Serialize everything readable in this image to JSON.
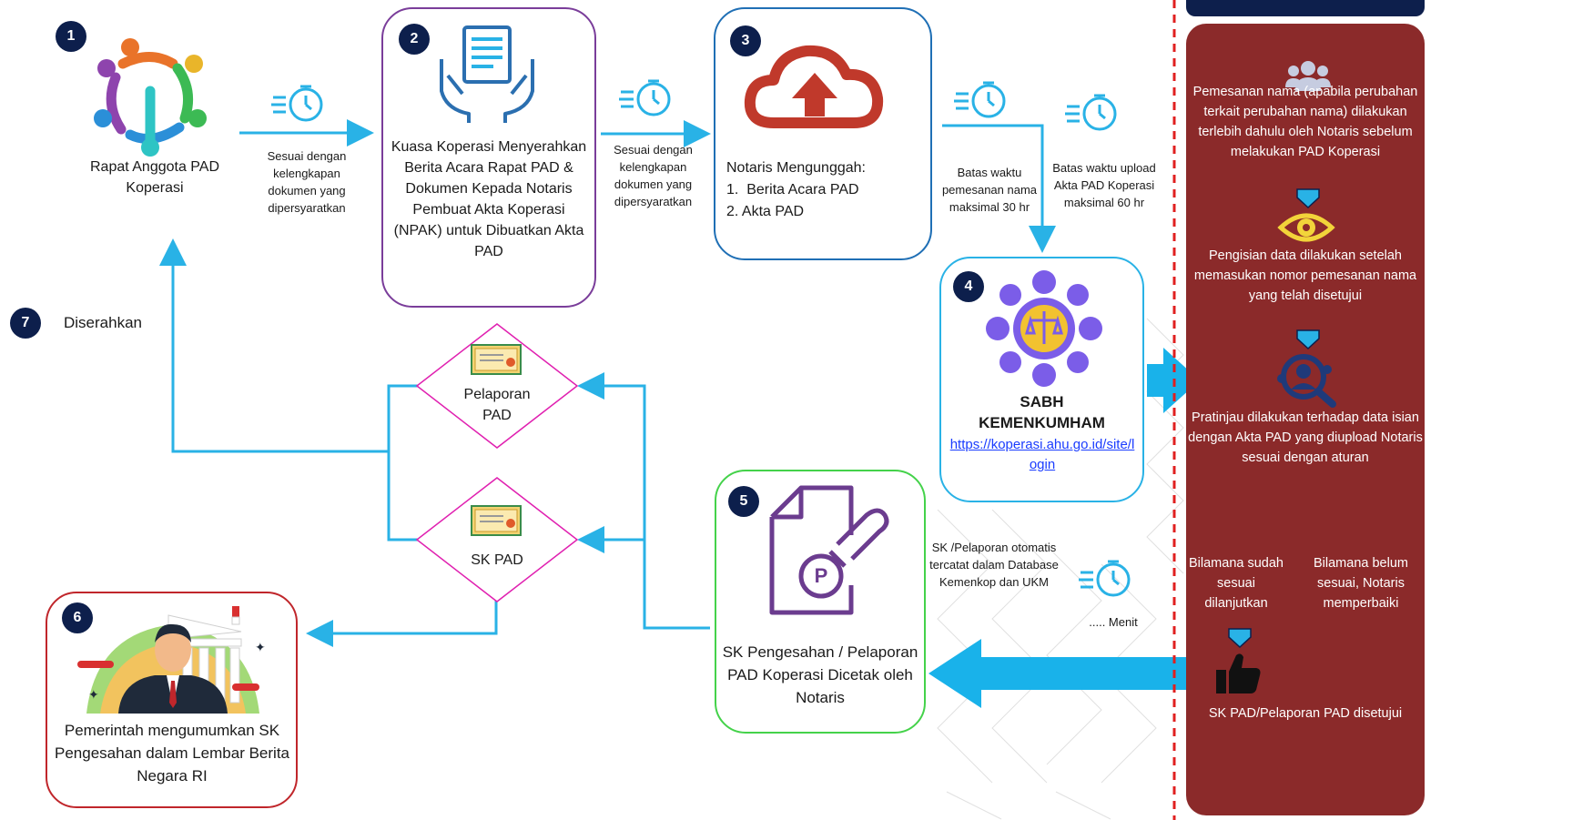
{
  "steps": {
    "s1": {
      "num": "1",
      "label": "Rapat Anggota PAD Koperasi"
    },
    "s2": {
      "num": "2",
      "label": "Kuasa Koperasi Menyerahkan Berita Acara Rapat PAD & Dokumen Kepada Notaris Pembuat Akta Koperasi (NPAK) untuk Dibuatkan Akta PAD"
    },
    "s3": {
      "num": "3",
      "title": "Notaris Mengunggah:",
      "item1": "1.  Berita Acara PAD",
      "item2": "2. Akta PAD"
    },
    "s4": {
      "num": "4",
      "title1": "SABH",
      "title2": "KEMENKUMHAM",
      "link": "https://koperasi.ahu.go.id/site/login"
    },
    "s5": {
      "num": "5",
      "label": "SK Pengesahan / Pelaporan PAD Koperasi Dicetak oleh Notaris"
    },
    "s6": {
      "num": "6",
      "label": "Pemerintah mengumumkan SK Pengesahan dalam Lembar Berita Negara RI"
    },
    "s7": {
      "num": "7",
      "label": "Diserahkan"
    }
  },
  "notes": {
    "n1": "Sesuai dengan kelengkapan dokumen yang dipersyaratkan",
    "n2": "Sesuai dengan kelengkapan dokumen yang dipersyaratkan",
    "n3": "Batas waktu pemesanan nama maksimal 30 hr",
    "n4": "Batas waktu upload Akta PAD Koperasi maksimal 60 hr",
    "n5": "SK /Pelaporan otomatis tercatat dalam Database Kemenkop dan UKM",
    "n6": "..... Menit"
  },
  "diamonds": {
    "d1": "Pelaporan PAD",
    "d2": "SK PAD"
  },
  "panel": {
    "p1": "Pemesanan nama  (apabila perubahan terkait perubahan nama) dilakukan terlebih dahulu oleh Notaris sebelum  melakukan PAD Koperasi",
    "p2": "Pengisian data dilakukan setelah memasukan nomor  pemesanan nama yang  telah disetujui",
    "p3": "Pratinjau dilakukan terhadap data isian dengan Akta PAD yang diupload Notaris sesuai dengan aturan",
    "p4": "Bilamana sudah sesuai dilanjutkan",
    "p5": "Bilamana belum sesuai, Notaris memperbaiki",
    "p6": "SK PAD/Pelaporan  PAD disetujui"
  },
  "colors": {
    "navy": "#0d1f4c",
    "cyan": "#29b2e6",
    "maroon": "#8b2a2a",
    "purple": "#7a3d9a",
    "green": "#44d24a",
    "pink": "#e020b0",
    "red_dash": "#e02020",
    "blue_box": "#1f6fb5"
  }
}
